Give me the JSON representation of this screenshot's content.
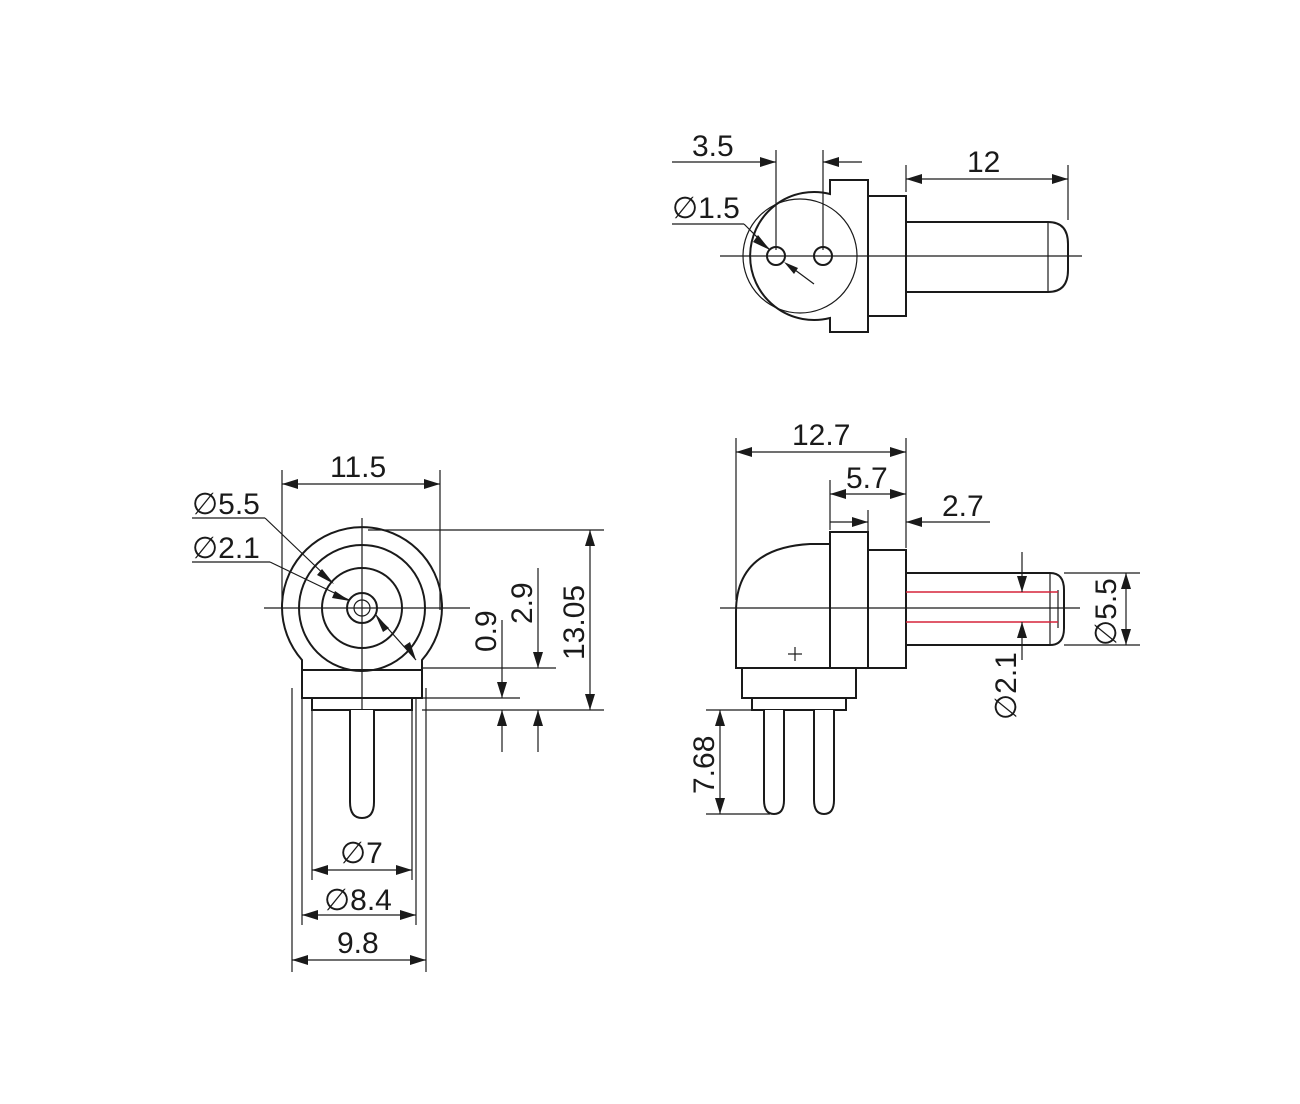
{
  "dimensions": {
    "top_pin_spacing": "3.5",
    "top_pin_diameter": "∅1.5",
    "top_barrel_length": "12",
    "front_width": "11.5",
    "front_outer_diameter": "∅5.5",
    "front_inner_diameter": "∅2.1",
    "front_height": "13.05",
    "front_center_offset": "2.9",
    "front_base_step": "0.9",
    "front_pin_span_7": "∅7",
    "front_pin_span_84": "∅8.4",
    "front_base_width": "9.8",
    "side_total_length": "12.7",
    "side_flange_length": "5.7",
    "side_collar_length": "2.7",
    "side_barrel_diameter": "∅5.5",
    "side_center_pin_diameter": "∅2.1",
    "side_pin_length": "7.68"
  },
  "colors": {
    "line": "#1a1a1a",
    "hidden_center_pin": "#d6233a",
    "background": "#ffffff"
  }
}
